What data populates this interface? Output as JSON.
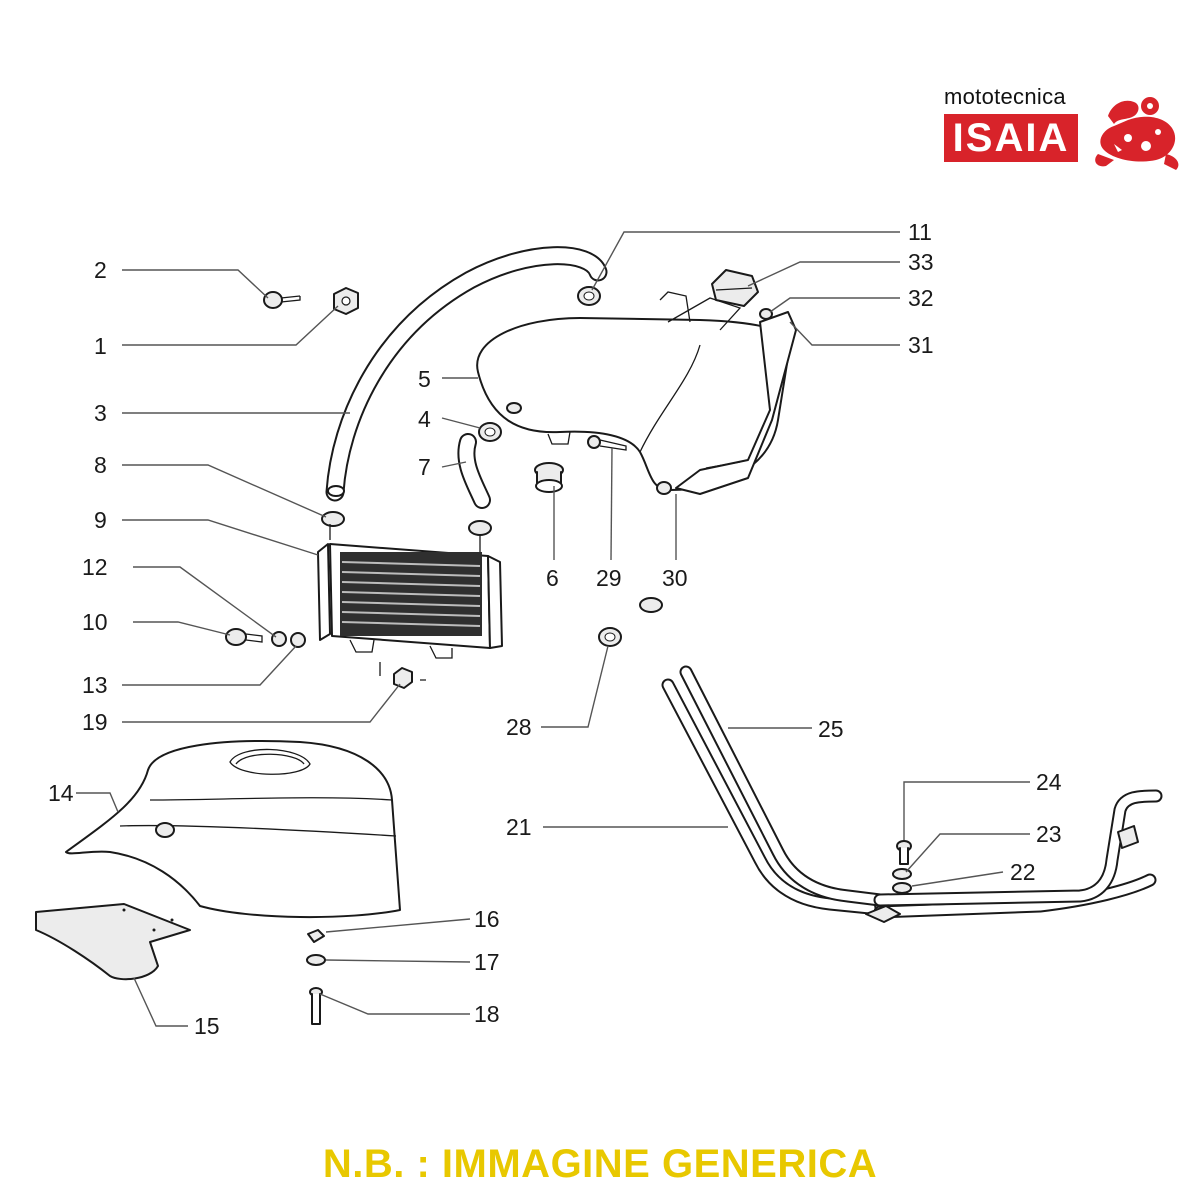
{
  "logo": {
    "top_text": "mototecnica",
    "brand_text": "ISAIA",
    "brand_color": "#d8232a",
    "emblem": "rider-on-motorbike-emblem"
  },
  "note": {
    "text": "N.B. : IMMAGINE GENERICA",
    "color": "#e8c800"
  },
  "callouts": [
    {
      "id": "c2",
      "label": "2"
    },
    {
      "id": "c1",
      "label": "1"
    },
    {
      "id": "c3",
      "label": "3"
    },
    {
      "id": "c5",
      "label": "5"
    },
    {
      "id": "c4",
      "label": "4"
    },
    {
      "id": "c7",
      "label": "7"
    },
    {
      "id": "c8",
      "label": "8"
    },
    {
      "id": "c9",
      "label": "9"
    },
    {
      "id": "c12",
      "label": "12"
    },
    {
      "id": "c10",
      "label": "10"
    },
    {
      "id": "c13",
      "label": "13"
    },
    {
      "id": "c19",
      "label": "19"
    },
    {
      "id": "c11",
      "label": "11"
    },
    {
      "id": "c33",
      "label": "33"
    },
    {
      "id": "c32",
      "label": "32"
    },
    {
      "id": "c31",
      "label": "31"
    },
    {
      "id": "c6",
      "label": "6"
    },
    {
      "id": "c29",
      "label": "29"
    },
    {
      "id": "c30",
      "label": "30"
    },
    {
      "id": "c28",
      "label": "28"
    },
    {
      "id": "c25",
      "label": "25"
    },
    {
      "id": "c24",
      "label": "24"
    },
    {
      "id": "c23",
      "label": "23"
    },
    {
      "id": "c22",
      "label": "22"
    },
    {
      "id": "c21",
      "label": "21"
    },
    {
      "id": "c14",
      "label": "14"
    },
    {
      "id": "c16",
      "label": "16"
    },
    {
      "id": "c17",
      "label": "17"
    },
    {
      "id": "c18",
      "label": "18"
    },
    {
      "id": "c15",
      "label": "15"
    }
  ]
}
